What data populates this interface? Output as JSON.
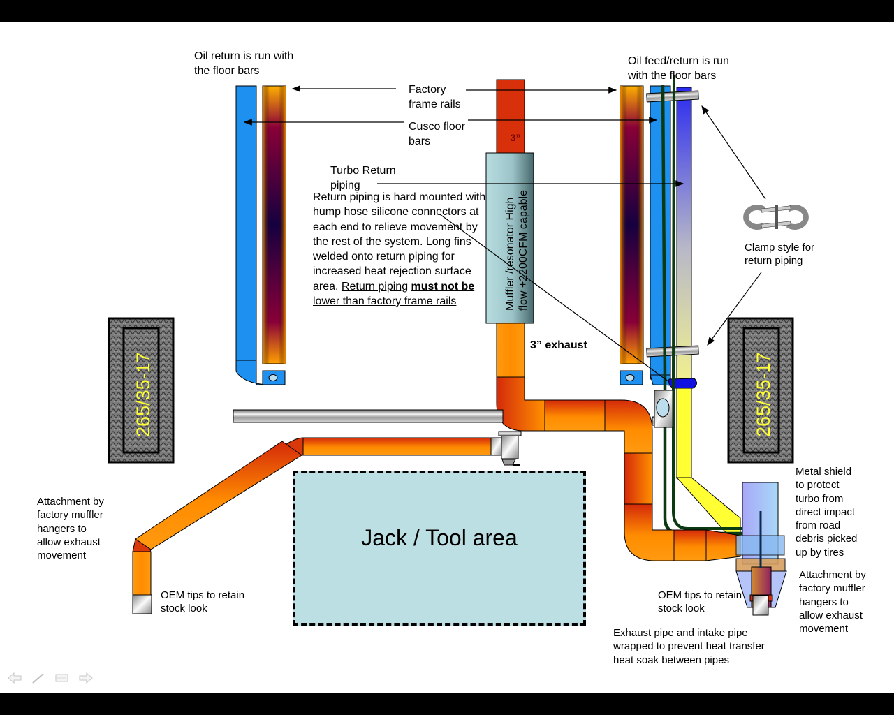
{
  "slide": {
    "labels": {
      "oil_return_left": "Oil return is run with\nthe floor bars",
      "oil_feed_right": "Oil feed/return is run\nwith the floor bars",
      "factory_frame_rails": "Factory\nframe rails",
      "cusco_floor_bars": "Cusco floor\nbars",
      "turbo_return_piping": "Turbo Return\npiping",
      "pipe_size": "3”",
      "exhaust_size": "3” exhaust",
      "muffler": "Muffler /resonator High flow +2200CFM capable",
      "muffler_line1": "Muffler /resonator High",
      "muffler_line2": "flow +2200CFM capable",
      "clamp_style": "Clamp style for\nreturn piping",
      "tire_left": "265/35-17",
      "tire_right": "265/35-17",
      "jack_area": "Jack / Tool area",
      "attachment_left": "Attachment by\nfactory muffler\nhangers to\nallow exhaust\nmovement",
      "oem_tips_left": "OEM tips to retain\nstock look",
      "oem_tips_right": "OEM tips to retain\nstock look",
      "metal_shield": "Metal shield\nto protect\nturbo from\ndirect impact\nfrom road\ndebris picked\nup by tires",
      "attachment_right": "Attachment by\nfactory muffler\nhangers to\nallow exhaust\nmovement",
      "wrap_note": "Exhaust pipe and intake pipe\nwrapped to prevent heat transfer\nheat soak between pipes"
    },
    "return_note": {
      "p1": "Return piping is hard mounted with ",
      "u1": "hump hose silicone connectors",
      "p2": " at each end to relieve movement by the rest of the system. Long fins welded onto return piping for increased heat rejection surface area. ",
      "u2": "Return piping",
      "u3_bold": "must not be",
      "u4": " lower than factory frame rails"
    },
    "colors": {
      "oil_blue": "#1e90f0",
      "exhaust_orange": "#ff9900",
      "exhaust_red": "#d42a0a",
      "intake_yellow": "#ffff33",
      "oil_line_green": "#0b3a12",
      "tire_text": "#ffff33",
      "jack_fill": "#bcdfe3"
    }
  },
  "nav": {
    "prev": "previous-slide",
    "pen": "pen-tool",
    "menu": "slide-menu",
    "next": "next-slide"
  }
}
